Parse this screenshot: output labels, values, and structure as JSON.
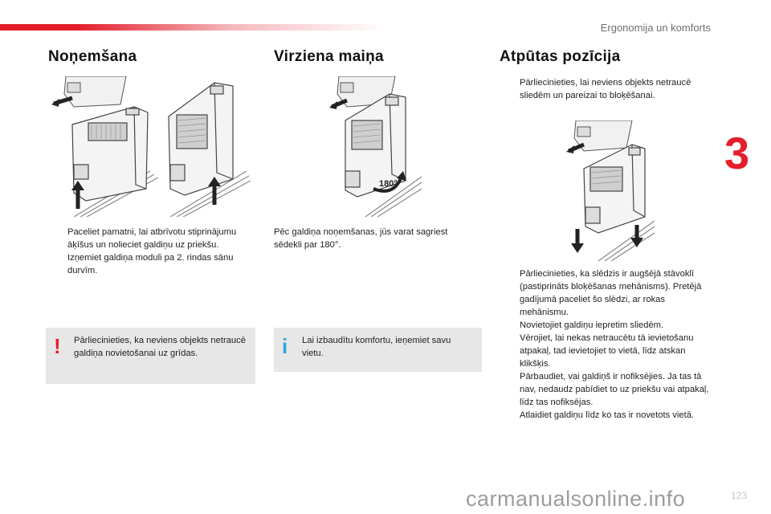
{
  "header": {
    "chapter_title": "Ergonomija un komforts",
    "chapter_number": "3"
  },
  "sections": [
    {
      "title": "Noņemšana",
      "bullets": [
        "Paceliet pamatni, lai atbrīvotu stiprinājumu āķīšus un nolieciet galdiņu uz priekšu.",
        "Izņemiet galdiņa moduli pa 2. rindas sānu durvīm."
      ],
      "warning": {
        "icon": "!",
        "text": "Pārliecinieties, ka neviens objekts netraucē galdiņa novietošanai uz grīdas."
      }
    },
    {
      "title": "Virziena maiņa",
      "paragraph": "Pēc galdiņa noņemšanas, jūs varat sagriest sēdekli par 180°.",
      "illustration_label": "180°",
      "info": {
        "icon": "i",
        "text": "Lai izbaudītu komfortu, ieņemiet savu vietu."
      }
    },
    {
      "title": "Atpūtas pozīcija",
      "bullets_top": [
        "Pārliecinieties, lai neviens objekts netraucē sliedēm un pareizai to bloķēšanai."
      ],
      "bullets": [
        "Pārliecinieties, ka slēdzis ir augšējā stāvoklī (pastiprināts bloķēšanas mehānisms). Pretējā gadījumā paceliet šo slēdzi, ar rokas mehānismu.",
        "Novietojiet galdiņu iepretim sliedēm.",
        "Vērojiet, lai nekas netraucētu tā ievietošanu atpakaļ, tad ievietojiet to vietā, līdz atskan klikšķis.",
        "Pārbaudiet, vai galdiņš ir nofiksējies. Ja tas tā nav, nedaudz pabīdiet to uz priekšu vai atpakaļ, līdz tas nofiksējas.",
        "Atlaidiet galdiņu līdz ko tas ir novetots vietā."
      ]
    }
  ],
  "bullet_symbol": "",
  "footer": {
    "watermark": "carmanualsonline.info",
    "page_number": "123"
  },
  "colors": {
    "accent": "#e41e2b",
    "info": "#2ba8d8",
    "note_bg": "#e7e7e7"
  }
}
